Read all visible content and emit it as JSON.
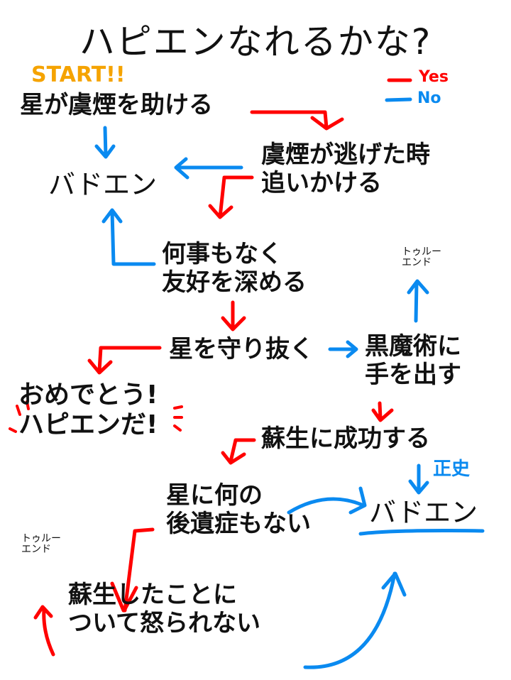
{
  "title": "ハピエンなれるかな?",
  "start_label": "START!!",
  "legend": {
    "yes": "Yes",
    "no": "No",
    "yes_color": "#ff0000",
    "no_color": "#0a8af0"
  },
  "nodes": {
    "help": "星が虞煙を助ける",
    "chase": "虞煙が逃げた時\n追いかける",
    "bad_end_1": "バドエン",
    "friendship": "何事もなく\n友好を深める",
    "true_end_1": "トゥルー\nエンド",
    "protect": "星を守り抜く",
    "black_magic": "黒魔術に\n手を出す",
    "happy_end": "おめでとう!\nハピエンだ!",
    "revive": "蘇生に成功する",
    "canon": "正史",
    "no_aftereffects": "星に何の\n後遺症もない",
    "bad_end_2": "バドエン",
    "true_end_2": "トゥルー\nエンド",
    "not_scolded": "蘇生したことに\nついて怒られない"
  }
}
